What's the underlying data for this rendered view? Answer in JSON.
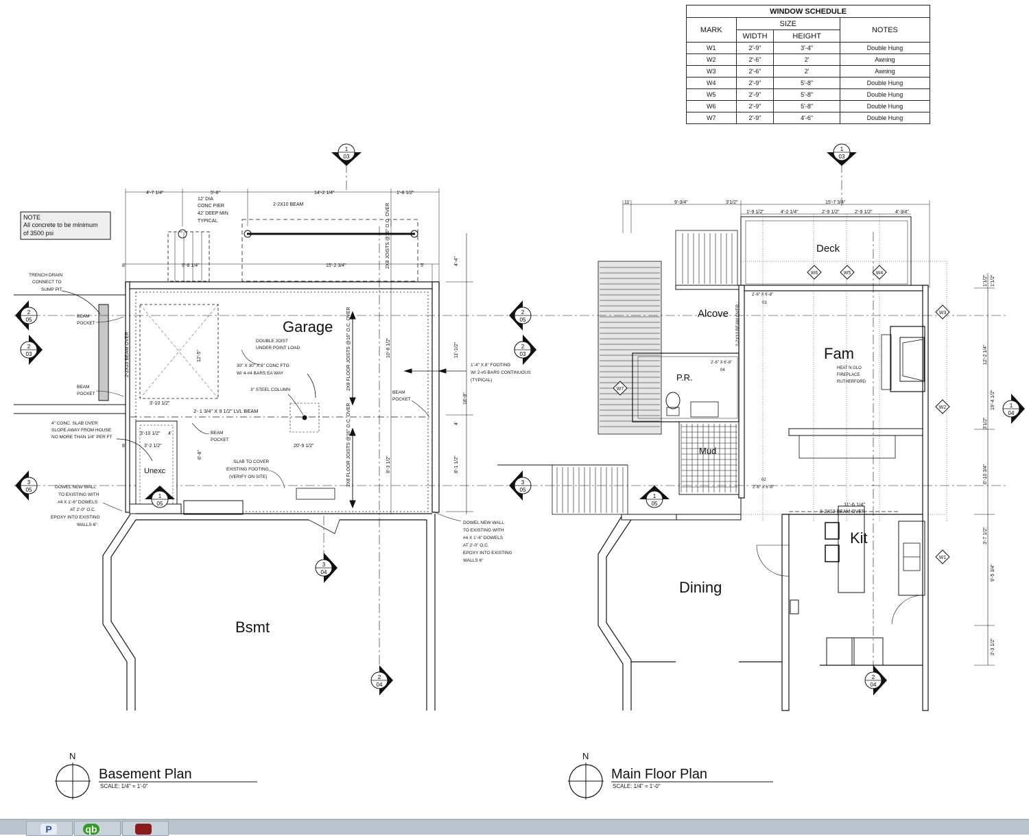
{
  "window_schedule": {
    "title": "WINDOW SCHEDULE",
    "col_mark": "MARK",
    "col_size": "SIZE",
    "col_width": "WIDTH",
    "col_height": "HEIGHT",
    "col_notes": "NOTES",
    "rows": [
      {
        "mark": "W1",
        "width": "2'-9\"",
        "height": "3'-4\"",
        "notes": "Double Hung"
      },
      {
        "mark": "W2",
        "width": "2'-6\"",
        "height": "2'",
        "notes": "Awning"
      },
      {
        "mark": "W3",
        "width": "2'-6\"",
        "height": "2'",
        "notes": "Awning"
      },
      {
        "mark": "W4",
        "width": "2'-9\"",
        "height": "5'-8\"",
        "notes": "Double Hung"
      },
      {
        "mark": "W5",
        "width": "2'-9\"",
        "height": "5'-8\"",
        "notes": "Double Hung"
      },
      {
        "mark": "W6",
        "width": "2'-9\"",
        "height": "5'-8\"",
        "notes": "Double Hung"
      },
      {
        "mark": "W7",
        "width": "2'-9\"",
        "height": "4'-6\"",
        "notes": "Double Hung"
      }
    ]
  },
  "basement": {
    "title": "Basement Plan",
    "scale": "SCALE: 1/4\"   =   1'-0\"",
    "north": "N",
    "note_title": "NOTE",
    "note_text": [
      "All concrete to be minimum",
      "of 3500 psi"
    ],
    "rooms": {
      "garage": "Garage",
      "bsmt": "Bsmt",
      "unexc": "Unexc"
    },
    "labels": {
      "pier": [
        "12' DIA",
        "CONC PIER",
        "42' DEEP MIN",
        "TYPICAL"
      ],
      "beam_top": "2-2X10 BEAM",
      "trench": [
        "TRENCH DRAIN",
        "CONNECT TO",
        "SUMP PIT"
      ],
      "beam_pocket": [
        "BEAM",
        "POCKET"
      ],
      "beam_over_left": "2-2X10 BEAM OVER",
      "double_joist": [
        "DOUBLE JOIST",
        "UNDER POINT LOAD"
      ],
      "ftg": [
        "30\" X 30\" X 8\" CONC FTG",
        "W/ 4-#4 BARS  EA WAY"
      ],
      "steel_col": "3\" STEEL COLUMN",
      "lvl_beam": "2- 1 3/4\" X 9 1/2\" LVL BEAM",
      "footing_note": [
        "1'-4\" X 8\" FOOTING",
        "W/ 2-#5 BARS CONTINUOUS",
        "(TYPICAL)"
      ],
      "slab_note": [
        "4\" CONC. SLAB OVER",
        "SLOPE AWAY FROM HOUSE",
        "NO MORE THAN 1/4\" PER FT"
      ],
      "slab_cover": [
        "SLAB TO COVER",
        "EXISTING FOOTING",
        "(VERIFY ON SITE)"
      ],
      "dowel_left": [
        "DOWEL NEW WALL",
        "TO EXISTING WITH",
        "#4 X 1'-6\" DOWELS",
        "AT 2'-0\" O.C.",
        "EPOXY INTO EXISTING",
        "WALLS 6\""
      ],
      "dowel_right": [
        "DOWEL NEW WALL",
        "TO EXISTING WITH",
        "#4 X 1'-6\" DOWELS",
        "AT 2'-0\" O.C.",
        "EPOXY INTO EXISTING",
        "WALLS 6\""
      ],
      "joists_top": "2X8 JOISTS @16\" O.C. OVER",
      "joists_mid": "2X8 FLOOR JOISTS @16\" O.C. OVER",
      "joists_low": "2X8 FLOOR JOISTS @16\" O.C. OVER"
    },
    "dims": {
      "d1": "4'-7 1/4\"",
      "d2": "5'-8\"",
      "d3": "14'-2 1/4\"",
      "d4": "1'-8 1/2\"",
      "d5": "8'",
      "d6": "9'-8 1/4\"",
      "d7": "15'-2 3/4\"",
      "d8": "5'",
      "d9": "4'-4\"",
      "d10": "11'-1/2\"",
      "d11": "10'-6 1/2\"",
      "d12": "18'-8\"",
      "d13": "4'",
      "d14": "8'-3 1/2\"",
      "d15": "8'-1 1/2\"",
      "d16": "12'-5\"",
      "d17": "3'-10 1/2\"",
      "d18": "3'-10 1/2\"",
      "d19": "3'-2 1/2\"",
      "d20": "20'-9 1/2\"",
      "d21": "6'-8\"",
      "d22": "4'",
      "d23": "8'"
    },
    "sections": [
      {
        "top": "1",
        "bot": "03"
      },
      {
        "top": "2",
        "bot": "05"
      },
      {
        "top": "2",
        "bot": "03"
      },
      {
        "top": "2",
        "bot": "03"
      },
      {
        "top": "3",
        "bot": "05"
      },
      {
        "top": "1",
        "bot": "05"
      },
      {
        "top": "3",
        "bot": "04"
      },
      {
        "top": "2",
        "bot": "04"
      }
    ]
  },
  "main": {
    "title": "Main Floor Plan",
    "scale": "SCALE: 1/4\"   =   1'-0\"",
    "north": "N",
    "rooms": {
      "deck": "Deck",
      "alcove": "Alcove",
      "fam": "Fam",
      "pr": "P.R.",
      "mud": "Mud",
      "kit": "Kit",
      "dining": "Dining"
    },
    "labels": {
      "fireplace": [
        "HEAT N GLO",
        "FIREPLACE",
        "RUTHERFORD"
      ],
      "beam_over": "3-2X12 BEAM OVER",
      "beam_over_alcove": "2-2X10 BEAM OVER",
      "kit_dim": "11'-6 1/4\""
    },
    "dims": {
      "m1": "11'",
      "m2": "9'-3/4\"",
      "m3": "3'1/2\"",
      "m4": "15'-7 3/4\"",
      "m5": "1'-9 1/2\"",
      "m6": "4'-2 1/4\"",
      "m7": "2'-9 1/2\"",
      "m8": "2'-9 1/2\"",
      "m9": "4'-3/4\"",
      "m10": "1'1/2\"",
      "m11": "1'1/2\"",
      "m12": "12'-2 1/4\"",
      "m13": "19'-4 1/2\"",
      "m14": "3'1/2\"",
      "m15": "6'-10 3/4\"",
      "m16": "3'-7 1/2\"",
      "m17": "9'-5 3/4\"",
      "m18": "3'-3 1/2\""
    },
    "windows": [
      "W1",
      "W2",
      "W3",
      "W4",
      "W5",
      "W6",
      "W7"
    ],
    "doors": {
      "d03": "03",
      "d04": "04",
      "d02": "02",
      "door_a": "2'-6\" X 6'-8\"",
      "door_b": "2'-6\" X 6'-8\"",
      "door_c": "2'-6\" X 6'-8\""
    },
    "sections": [
      {
        "top": "1",
        "bot": "03"
      },
      {
        "top": "2",
        "bot": "05"
      },
      {
        "top": "2",
        "bot": "03"
      },
      {
        "top": "3",
        "bot": "05"
      },
      {
        "top": "1",
        "bot": "05"
      },
      {
        "top": "1",
        "bot": "04"
      },
      {
        "top": "2",
        "bot": "04"
      }
    ]
  },
  "taskbar": {
    "icons": [
      {
        "name": "app-p-icon",
        "glyph": "P",
        "color": "#2a4fa6"
      },
      {
        "name": "app-qb-icon",
        "glyph": "qb",
        "color": "#2ca01c"
      },
      {
        "name": "app-pdf-icon",
        "glyph": "",
        "color": "#8b1a1a"
      }
    ]
  }
}
